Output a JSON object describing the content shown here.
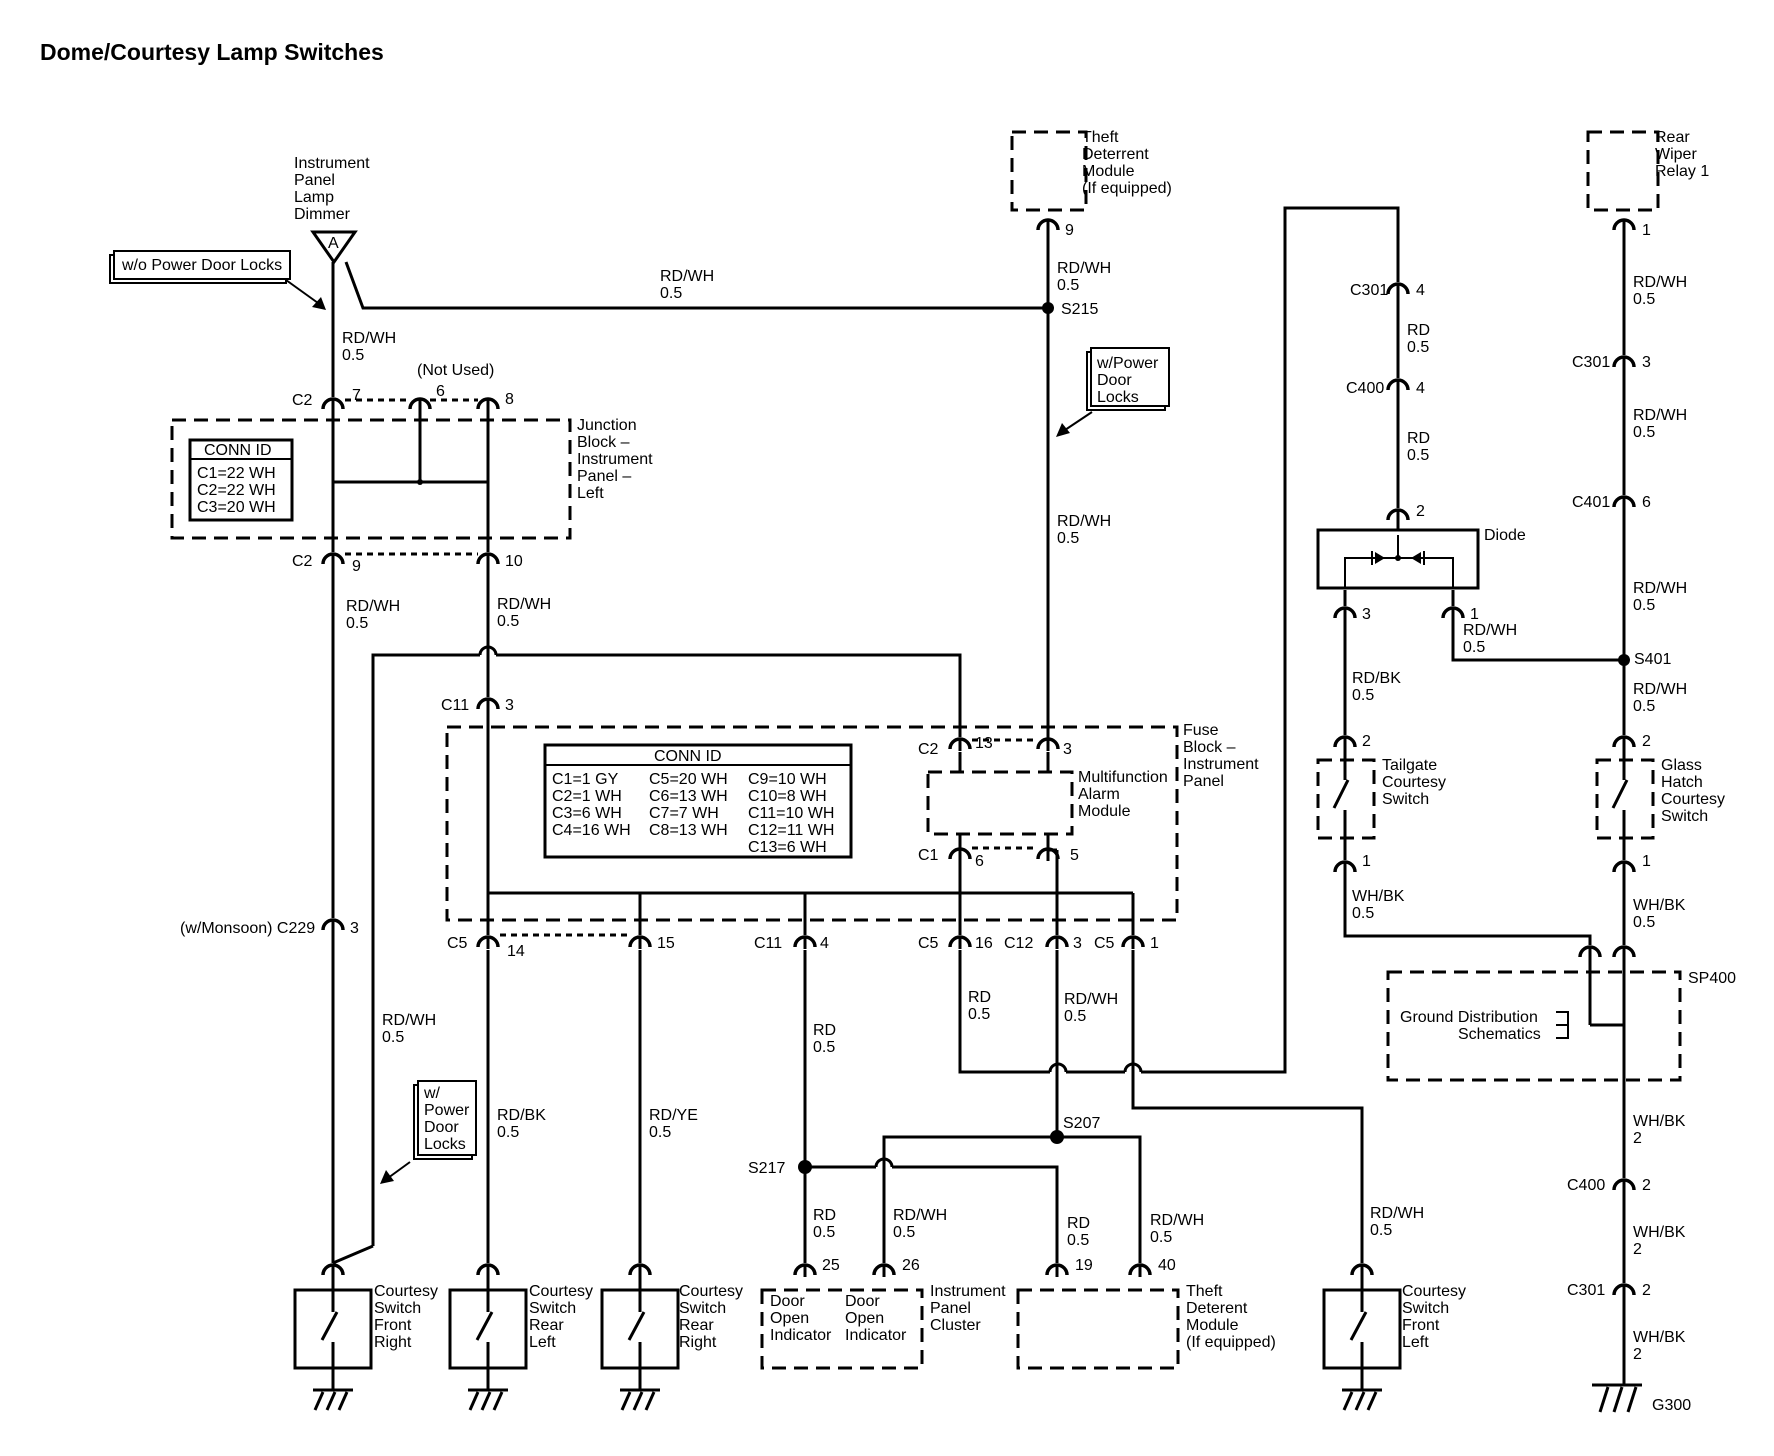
{
  "title": "Dome/Courtesy Lamp Switches",
  "note_boxes": {
    "wo_power_door_locks": "w/o Power Door Locks",
    "w_power_door_locks_1": [
      "w/Power",
      "Door",
      "Locks"
    ],
    "w_power_door_locks_2": [
      "w/",
      "Power",
      "Door",
      "Locks"
    ]
  },
  "components": {
    "ip_lamp_dimmer": [
      "Instrument",
      "Panel",
      "Lamp",
      "Dimmer"
    ],
    "ip_lamp_dimmer_pin": "A",
    "theft_module_top": [
      "Theft",
      "Deterrent",
      "Module",
      "(If equipped)"
    ],
    "rear_wiper_relay": [
      "Rear",
      "Wiper",
      "Relay 1"
    ],
    "junction_block": [
      "Junction",
      "Block –",
      "Instrument",
      "Panel –",
      "Left"
    ],
    "fuse_block": [
      "Fuse",
      "Block –",
      "Instrument",
      "Panel"
    ],
    "mfa_module": [
      "Multifunction",
      "Alarm",
      "Module"
    ],
    "diode": "Diode",
    "tailgate_switch": [
      "Tailgate",
      "Courtesy",
      "Switch"
    ],
    "glass_hatch_switch": [
      "Glass",
      "Hatch",
      "Courtesy",
      "Switch"
    ],
    "sp400": "SP400",
    "ground_dist": [
      "Ground Distribution",
      "Schematics"
    ],
    "sw_front_right": [
      "Courtesy",
      "Switch",
      "Front",
      "Right"
    ],
    "sw_rear_left": [
      "Courtesy",
      "Switch",
      "Rear",
      "Left"
    ],
    "sw_rear_right": [
      "Courtesy",
      "Switch",
      "Rear",
      "Right"
    ],
    "door_open_1": [
      "Door",
      "Open",
      "Indicator"
    ],
    "door_open_2": [
      "Door",
      "Open",
      "Indicator"
    ],
    "ip_cluster": [
      "Instrument",
      "Panel",
      "Cluster"
    ],
    "theft_module_bottom": [
      "Theft",
      "Deterent",
      "Module",
      "(If equipped)"
    ],
    "sw_front_left": [
      "Courtesy",
      "Switch",
      "Front",
      "Left"
    ],
    "g300": "G300"
  },
  "conn_id_jb": {
    "header": "CONN ID",
    "rows": [
      "C1=22 WH",
      "C2=22 WH",
      "C3=20 WH"
    ]
  },
  "conn_id_fb": {
    "header": "CONN ID",
    "col1": [
      "C1=1 GY",
      "C2=1 WH",
      "C3=6 WH",
      "C4=16 WH"
    ],
    "col2": [
      "C5=20 WH",
      "C6=13 WH",
      "C7=7 WH",
      "C8=13 WH"
    ],
    "col3": [
      "C9=10 WH",
      "C10=8 WH",
      "C11=10 WH",
      "C12=11 WH",
      "C13=6 WH"
    ]
  },
  "connectors": {
    "c2": "C2",
    "c2_7": "7",
    "c2_6": "6",
    "c2_8": "8",
    "not_used": "(Not Used)",
    "c2b": "C2",
    "c2_9": "9",
    "c2_10": "10",
    "c11": "C11",
    "c11_3": "3",
    "c229": "(w/Monsoon) C229",
    "c229_3": "3",
    "fb_c2": "C2",
    "fb_c2_13": "13",
    "fb_3": "3",
    "fb_c1": "C1",
    "fb_c1_6": "6",
    "fb_5": "5",
    "c5a": "C5",
    "c5a_14": "14",
    "c5a_15": "15",
    "c11b": "C11",
    "c11b_4": "4",
    "c5b": "C5",
    "c5b_16": "16",
    "c12": "C12",
    "c12_3": "3",
    "c5c": "C5",
    "c5c_1": "1",
    "tdm_9": "9",
    "c301a": "C301",
    "c301a_4": "4",
    "c400a": "C400",
    "c400a_4": "4",
    "diode_2": "2",
    "diode_3": "3",
    "diode_1": "1",
    "tg_2": "2",
    "tg_1": "1",
    "rwr_1": "1",
    "c301b": "C301",
    "c301b_3": "3",
    "c401": "C401",
    "c401_6": "6",
    "gh_2": "2",
    "gh_1": "1",
    "c400b": "C400",
    "c400b_2": "2",
    "c301c": "C301",
    "c301c_2": "2",
    "ipc_25": "25",
    "ipc_26": "26",
    "tdm_19": "19",
    "tdm_40": "40"
  },
  "splices": {
    "s215": "S215",
    "s207": "S207",
    "s217": "S217",
    "s401": "S401"
  },
  "wires": {
    "w1": [
      "RD/WH",
      "0.5"
    ],
    "w2": [
      "RD/WH",
      "0.5"
    ],
    "w3": [
      "RD/WH",
      "0.5"
    ],
    "w4": [
      "RD/WH",
      "0.5"
    ],
    "w5": [
      "RD/WH",
      "0.5"
    ],
    "w6": [
      "RD/WH",
      "0.5"
    ],
    "w7": [
      "RD/WH",
      "0.5"
    ],
    "w8": [
      "RD/BK",
      "0.5"
    ],
    "w9": [
      "RD/YE",
      "0.5"
    ],
    "w10": [
      "RD",
      "0.5"
    ],
    "w11": [
      "RD",
      "0.5"
    ],
    "w12": [
      "RD/WH",
      "0.5"
    ],
    "w13": [
      "RD",
      "0.5"
    ],
    "w14": [
      "RD/WH",
      "0.5"
    ],
    "w15": [
      "RD",
      "0.5"
    ],
    "w16": [
      "RD/WH",
      "0.5"
    ],
    "w17": [
      "RD/WH",
      "0.5"
    ],
    "w18": [
      "RD",
      "0.5"
    ],
    "w19": [
      "RD",
      "0.5"
    ],
    "w20": [
      "RD/WH",
      "0.5"
    ],
    "w21": [
      "RD/BK",
      "0.5"
    ],
    "w22": [
      "WH/BK",
      "0.5"
    ],
    "w23": [
      "RD/WH",
      "0.5"
    ],
    "w24": [
      "RD/WH",
      "0.5"
    ],
    "w25": [
      "RD/WH",
      "0.5"
    ],
    "w26": [
      "RD/WH",
      "0.5"
    ],
    "w27": [
      "WH/BK",
      "0.5"
    ],
    "w28": [
      "WH/BK",
      "2"
    ],
    "w29": [
      "WH/BK",
      "2"
    ],
    "w30": [
      "WH/BK",
      "2"
    ]
  }
}
